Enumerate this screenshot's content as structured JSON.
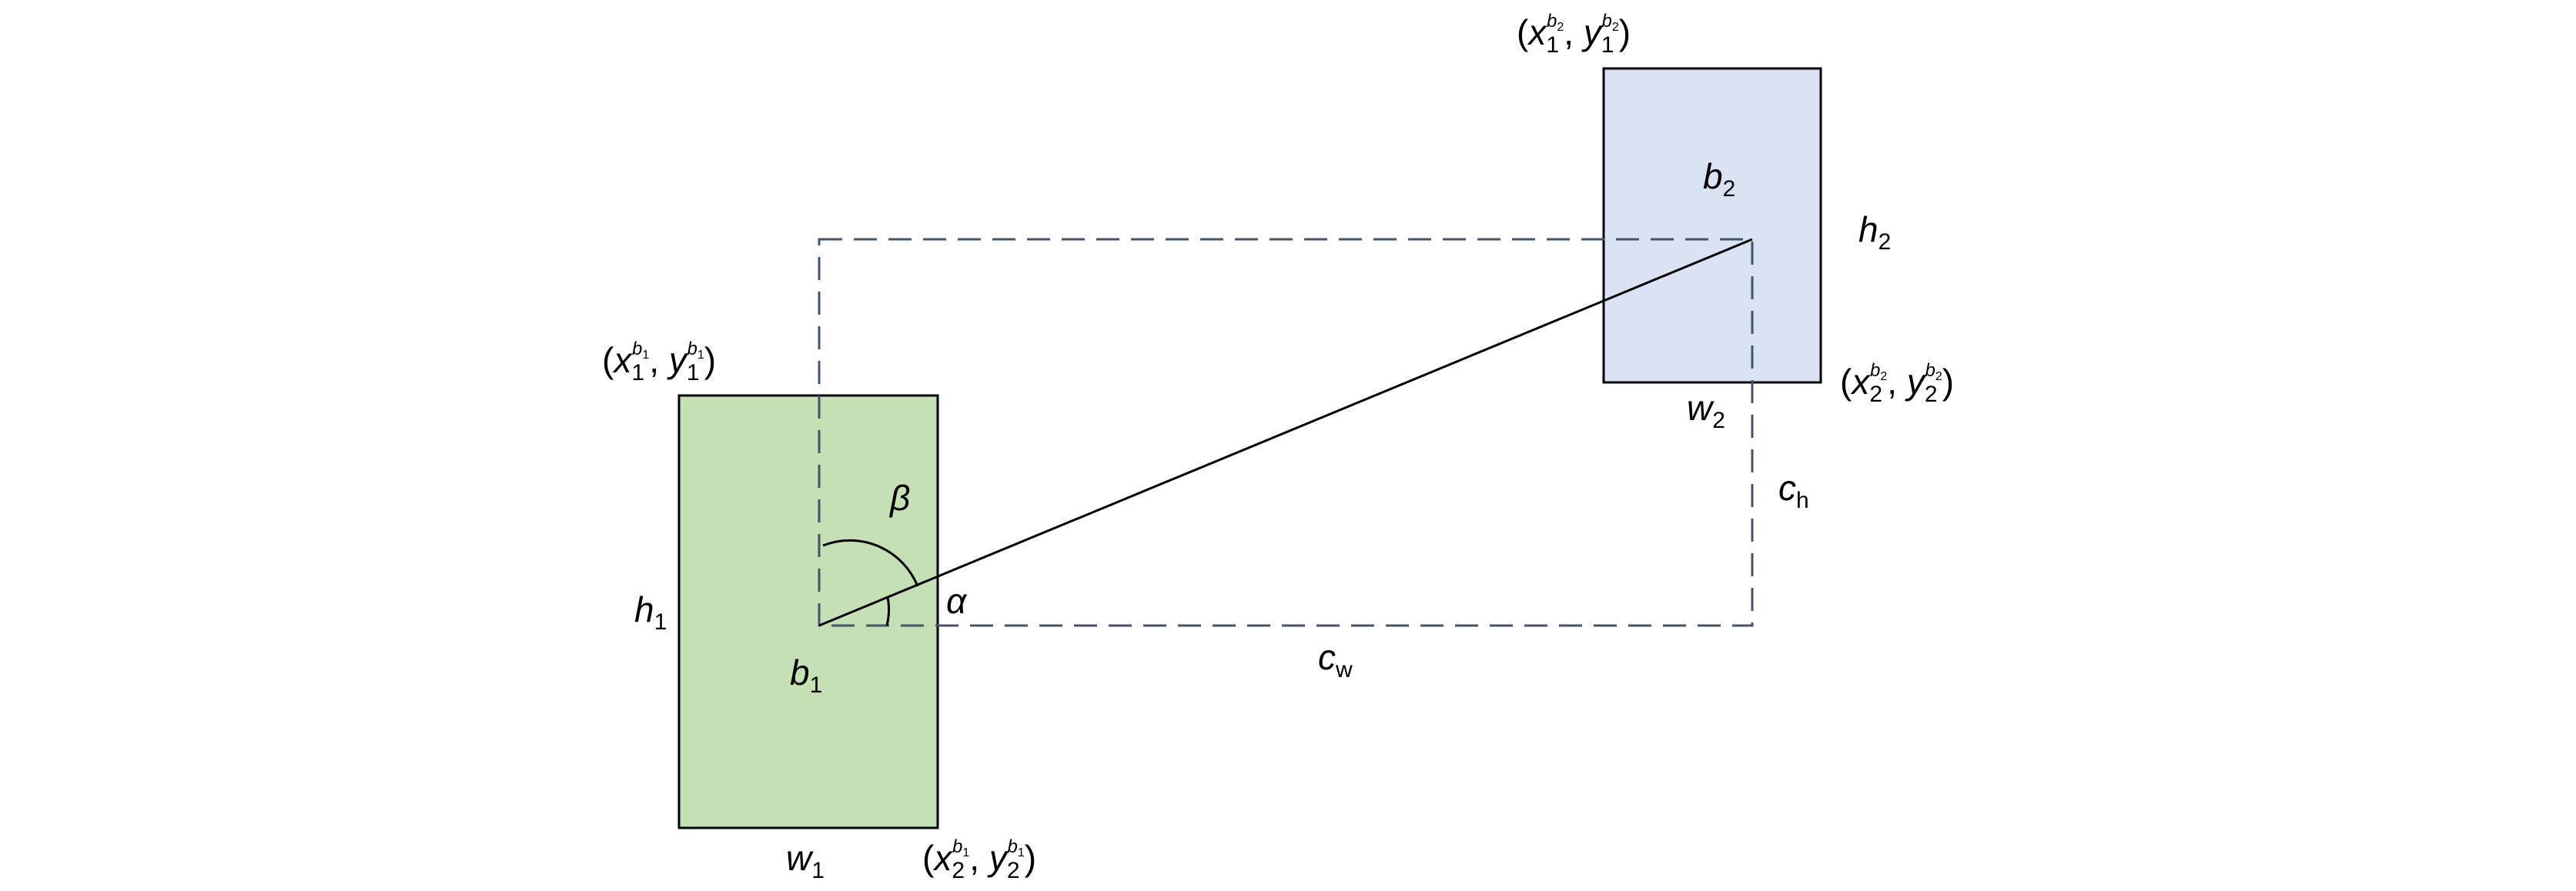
{
  "colors": {
    "box1_fill": "#c5e0b4",
    "box2_fill": "#dae3f3",
    "box_stroke": "#000000",
    "dashed_stroke": "#44546a",
    "line_stroke": "#000000"
  },
  "labels": {
    "b1": {
      "main": "b",
      "sub": "1"
    },
    "b2": {
      "main": "b",
      "sub": "2"
    },
    "h1": {
      "main": "h",
      "sub": "1"
    },
    "h2": {
      "main": "h",
      "sub": "2"
    },
    "w1": {
      "main": "w",
      "sub": "1"
    },
    "w2": {
      "main": "w",
      "sub": "2"
    },
    "cw": {
      "main": "c",
      "sub": "w"
    },
    "ch": {
      "main": "c",
      "sub": "h"
    },
    "alpha": "α",
    "beta": "β"
  },
  "coords": {
    "b1_top_left": {
      "open": "(",
      "x": "x",
      "x_sub": "1",
      "sep": ", ",
      "y": "y",
      "y_sub": "1",
      "sup_main": "b",
      "sup_sub": "1",
      "close": ")"
    },
    "b1_bottom_right": {
      "open": "(",
      "x": "x",
      "x_sub": "2",
      "sep": ", ",
      "y": "y",
      "y_sub": "2",
      "sup_main": "b",
      "sup_sub": "1",
      "close": ")"
    },
    "b2_top_left": {
      "open": "(",
      "x": "x",
      "x_sub": "1",
      "sep": ", ",
      "y": "y",
      "y_sub": "1",
      "sup_main": "b",
      "sup_sub": "2",
      "close": ")"
    },
    "b2_bottom_right": {
      "open": "(",
      "x": "x",
      "x_sub": "2",
      "sep": ", ",
      "y": "y",
      "y_sub": "2",
      "sup_main": "b",
      "sup_sub": "2",
      "close": ")"
    }
  }
}
